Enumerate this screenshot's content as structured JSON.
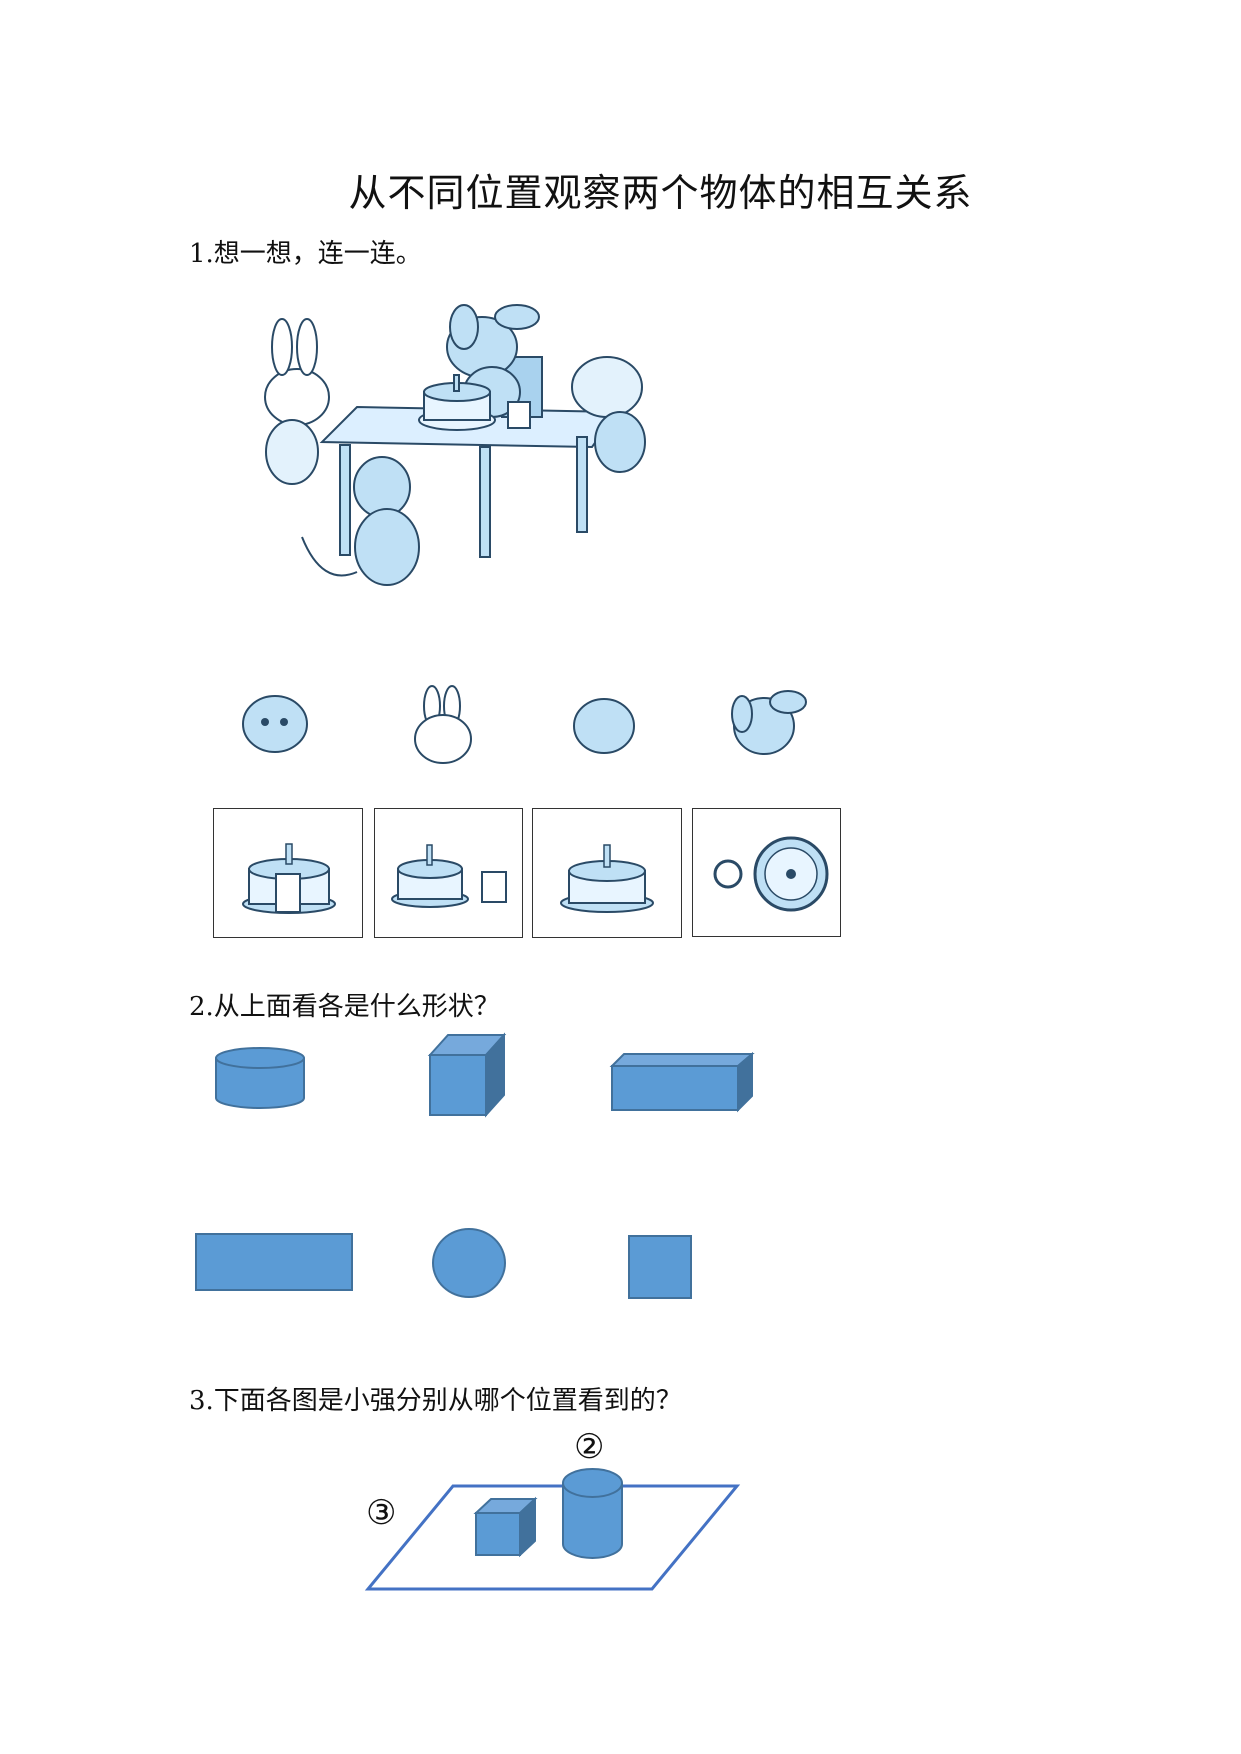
{
  "title": "从不同位置观察两个物体的相互关系",
  "questions": [
    {
      "label": "1.想一想，连一连。"
    },
    {
      "label": "2.从上面看各是什么形状？"
    },
    {
      "label": "3.下面各图是小强分别从哪个位置看到的？"
    }
  ],
  "q3_markers": [
    "②",
    "③"
  ],
  "colors": {
    "shape_fill": "#5b9bd5",
    "shape_stroke": "#41719c",
    "cartoon": "#b9dcf2",
    "line": "#4472c4"
  }
}
